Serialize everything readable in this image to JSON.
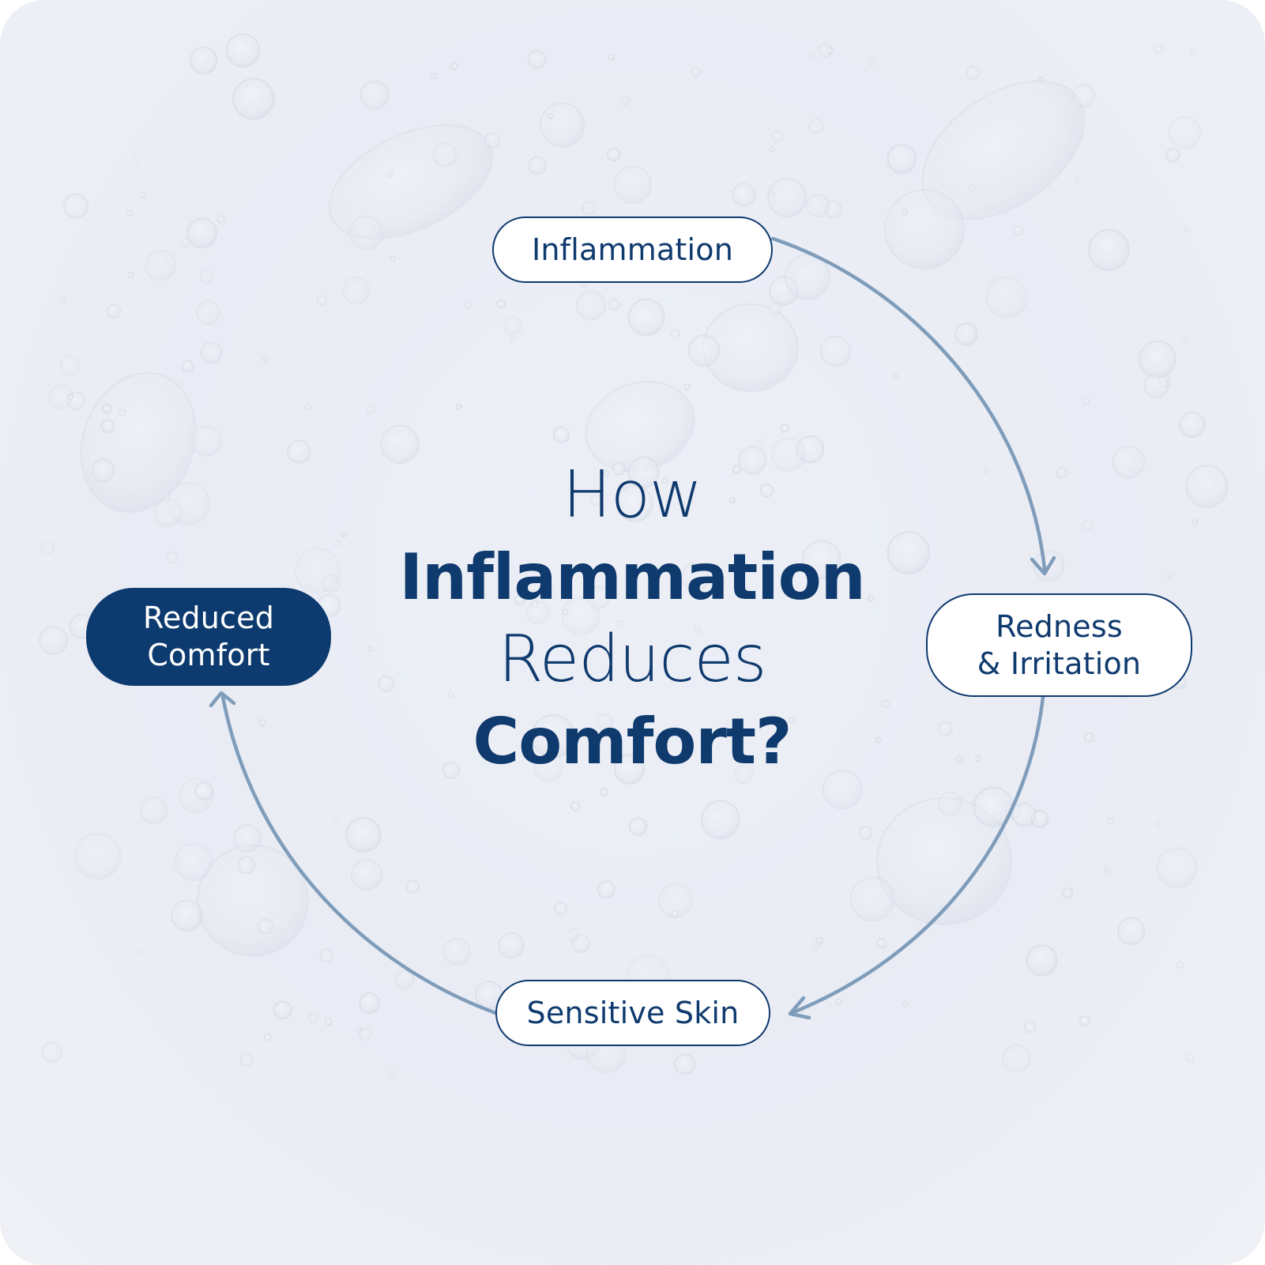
{
  "diagram": {
    "type": "cycle",
    "headline": {
      "line1": "How",
      "line2": "Inflammation",
      "line3": "Reduces",
      "line4": "Comfort?"
    },
    "steps": [
      {
        "id": "inflammation",
        "label": "Inflammation",
        "lines": [
          "Inflammation"
        ],
        "highlighted": false
      },
      {
        "id": "redness",
        "label": "Redness & Irritation",
        "lines": [
          "Redness",
          "& Irritation"
        ],
        "highlighted": false
      },
      {
        "id": "sensitive",
        "label": "Sensitive Skin",
        "lines": [
          "Sensitive Skin"
        ],
        "highlighted": false
      },
      {
        "id": "reduced",
        "label": "Reduced Comfort",
        "lines": [
          "Reduced",
          "Comfort"
        ],
        "highlighted": true
      }
    ],
    "flow": [
      {
        "from": "Inflammation",
        "to": "Redness & Irritation"
      },
      {
        "from": "Redness & Irritation",
        "to": "Sensitive Skin"
      },
      {
        "from": "Sensitive Skin",
        "to": "Reduced Comfort"
      }
    ],
    "colors": {
      "primary": "#0d3b70",
      "arrow": "#7f9dba",
      "background": "#eaedf4",
      "pill_fill": "#ffffff"
    },
    "background_texture": "water-bubbles"
  }
}
